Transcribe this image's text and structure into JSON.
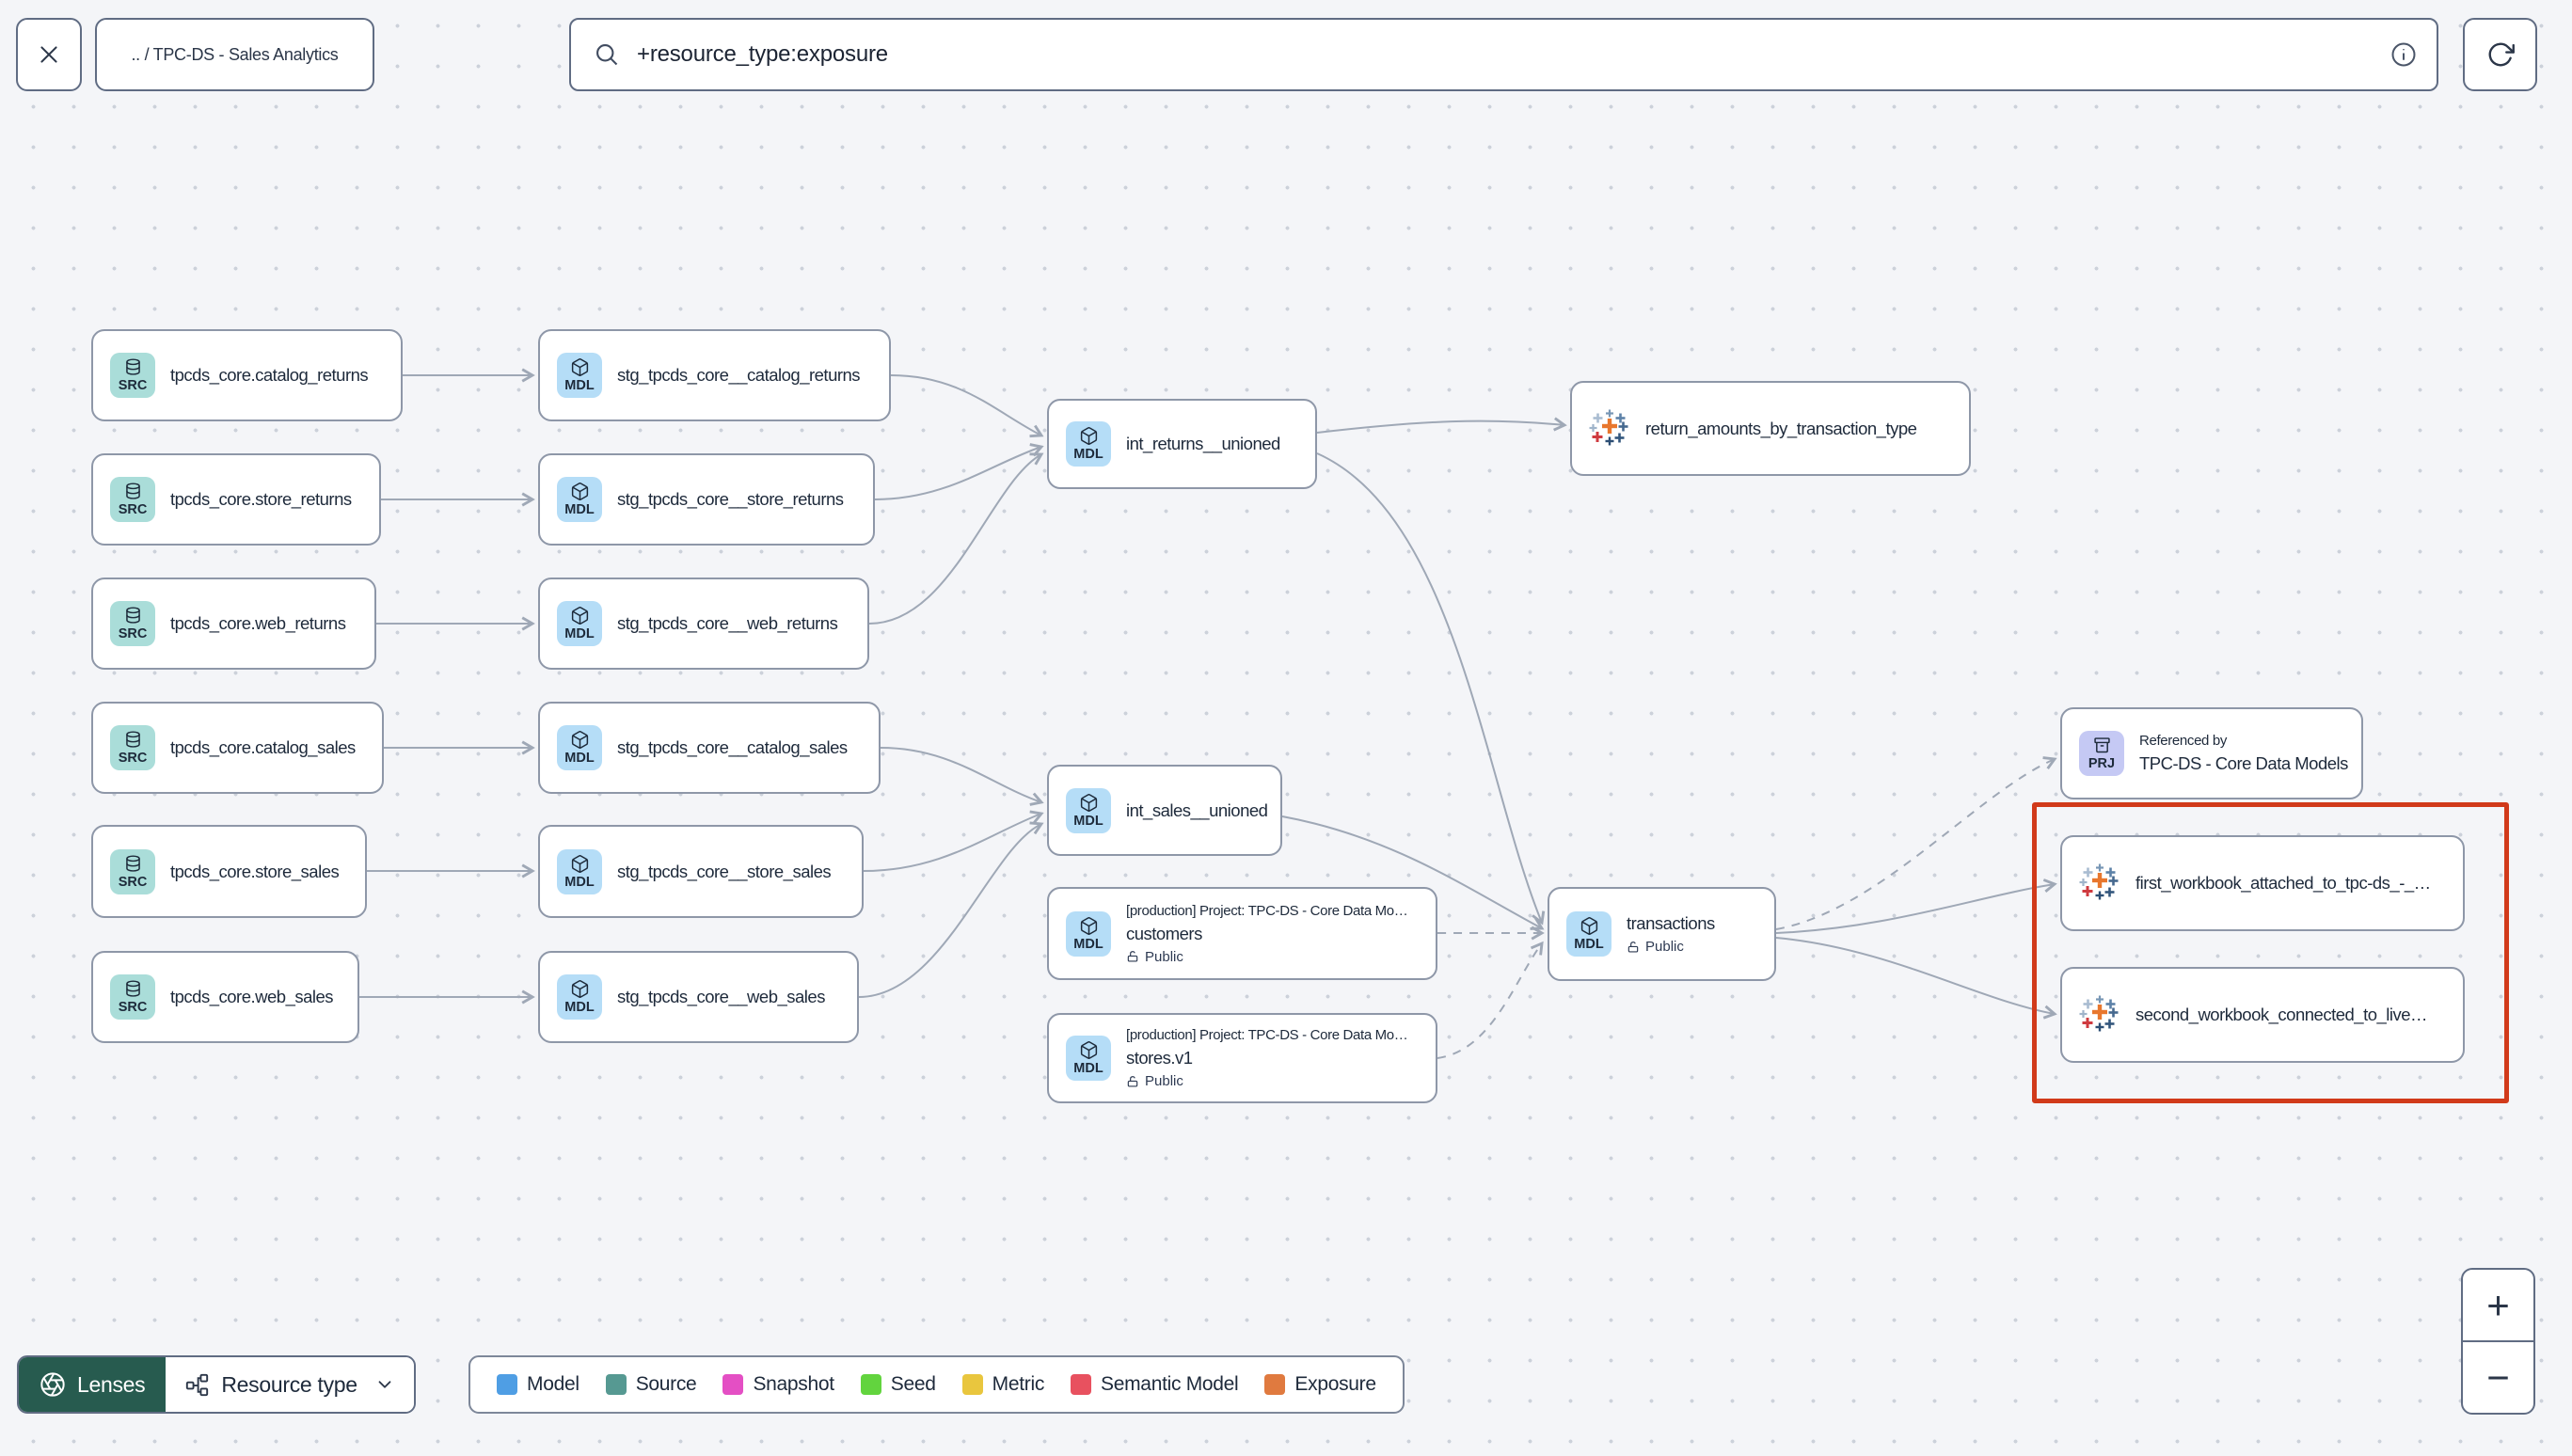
{
  "header": {
    "breadcrumb": ".. / TPC-DS - Sales Analytics",
    "search": {
      "value": "+resource_type:exposure"
    }
  },
  "nodes": {
    "src_catalog_returns": {
      "badge": "SRC",
      "label": "tpcds_core.catalog_returns"
    },
    "src_store_returns": {
      "badge": "SRC",
      "label": "tpcds_core.store_returns"
    },
    "src_web_returns": {
      "badge": "SRC",
      "label": "tpcds_core.web_returns"
    },
    "src_catalog_sales": {
      "badge": "SRC",
      "label": "tpcds_core.catalog_sales"
    },
    "src_store_sales": {
      "badge": "SRC",
      "label": "tpcds_core.store_sales"
    },
    "src_web_sales": {
      "badge": "SRC",
      "label": "tpcds_core.web_sales"
    },
    "stg_catalog_returns": {
      "badge": "MDL",
      "label": "stg_tpcds_core__catalog_returns"
    },
    "stg_store_returns": {
      "badge": "MDL",
      "label": "stg_tpcds_core__store_returns"
    },
    "stg_web_returns": {
      "badge": "MDL",
      "label": "stg_tpcds_core__web_returns"
    },
    "stg_catalog_sales": {
      "badge": "MDL",
      "label": "stg_tpcds_core__catalog_sales"
    },
    "stg_store_sales": {
      "badge": "MDL",
      "label": "stg_tpcds_core__store_sales"
    },
    "stg_web_sales": {
      "badge": "MDL",
      "label": "stg_tpcds_core__web_sales"
    },
    "int_returns_unioned": {
      "badge": "MDL",
      "label": "int_returns__unioned"
    },
    "int_sales_unioned": {
      "badge": "MDL",
      "label": "int_sales__unioned"
    },
    "customers": {
      "badge": "MDL",
      "project": "[production] Project: TPC-DS - Core Data Mo…",
      "label": "customers",
      "visibility": "Public"
    },
    "stores_v1": {
      "badge": "MDL",
      "project": "[production] Project: TPC-DS - Core Data Mo…",
      "label": "stores.v1",
      "visibility": "Public"
    },
    "transactions": {
      "badge": "MDL",
      "label": "transactions",
      "visibility": "Public"
    },
    "return_amounts": {
      "label": "return_amounts_by_transaction_type"
    },
    "referenced_by": {
      "badge": "PRJ",
      "title": "Referenced by",
      "label": "TPC-DS - Core Data Models"
    },
    "first_workbook": {
      "label": "first_workbook_attached_to_tpc-ds_-_…"
    },
    "second_workbook": {
      "label": "second_workbook_connected_to_live…"
    }
  },
  "footer": {
    "lenses": "Lenses",
    "resource_type": "Resource type",
    "legend": [
      {
        "label": "Model",
        "color": "#4f9ee4"
      },
      {
        "label": "Source",
        "color": "#569992"
      },
      {
        "label": "Snapshot",
        "color": "#e44fc4"
      },
      {
        "label": "Seed",
        "color": "#62d43e"
      },
      {
        "label": "Metric",
        "color": "#e9c63e"
      },
      {
        "label": "Semantic Model",
        "color": "#e8515f"
      },
      {
        "label": "Exposure",
        "color": "#e07a3f"
      }
    ]
  },
  "zoom_controls": {
    "zoom_in": "+",
    "zoom_out": "−"
  },
  "colors": {
    "highlight_box": "#d13a1a",
    "lenses_bg": "#275b4f",
    "src_icon_bg": "#aaddd9",
    "mdl_icon_bg": "#b5ddf7",
    "prj_icon_bg": "#c5c9f4",
    "edge": "#9fa8b6"
  }
}
